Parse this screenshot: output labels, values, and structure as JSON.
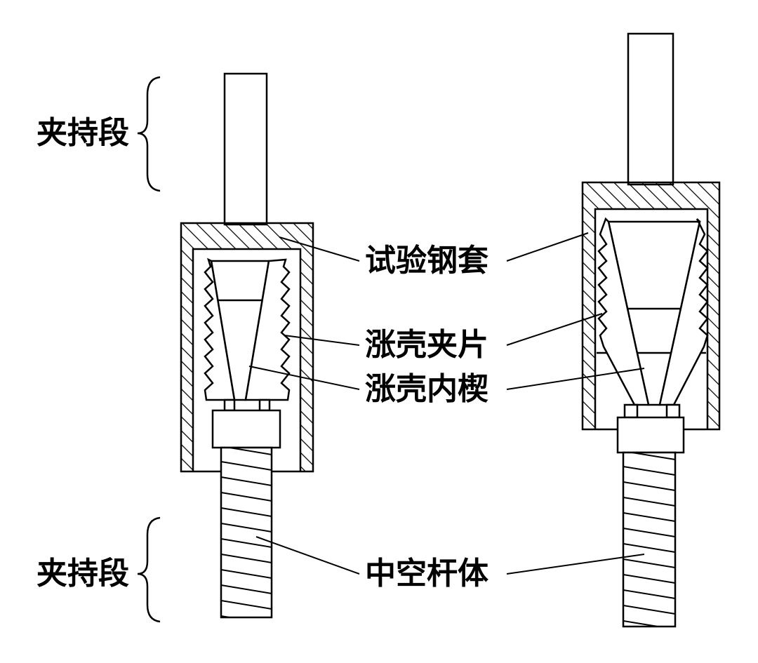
{
  "labels": {
    "clamp_top": "夹持段",
    "clamp_bottom": "夹持段",
    "steel_sleeve": "试验钢套",
    "shell_clip": "涨壳夹片",
    "shell_wedge": "涨壳内楔",
    "hollow_rod": "中空杆体"
  },
  "colors": {
    "stroke": "#000000",
    "background": "#ffffff"
  }
}
